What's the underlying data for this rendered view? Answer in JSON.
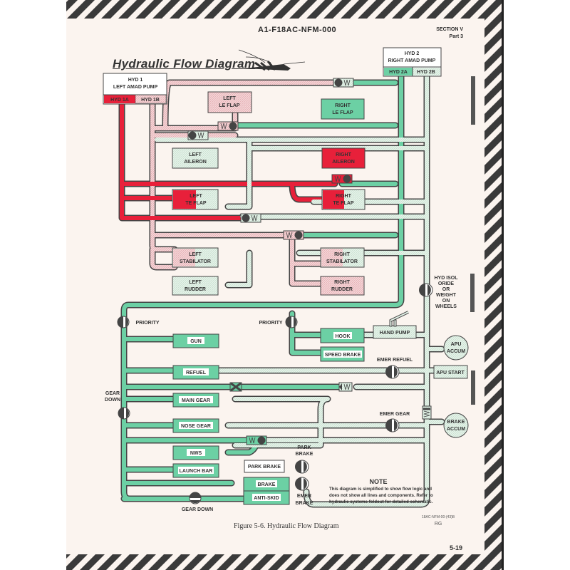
{
  "header": {
    "document_id": "A1-F18AC-NFM-000",
    "section": "SECTION V",
    "part": "Part 3",
    "title": "Hydraulic Flow Diagram"
  },
  "colors": {
    "hyd1a_pressure": "#e8203a",
    "hyd1b_pressure": "#f2d0d2",
    "hyd2a_pressure": "#6cd0a4",
    "hyd2b_pressure": "#e2f0e6",
    "outline": "#444444",
    "hazard_stripe": "#3a3a3a",
    "paper": "#fbf4ef"
  },
  "sources": {
    "hyd1": {
      "name": "HYD 1",
      "subtitle": "LEFT AMAD PUMP",
      "circuits": [
        "HYD 1A",
        "HYD 1B"
      ]
    },
    "hyd2": {
      "name": "HYD 2",
      "subtitle": "RIGHT AMAD PUMP",
      "circuits": [
        "HYD 2A",
        "HYD 2B"
      ]
    }
  },
  "components": {
    "left_le_flap": [
      "LEFT",
      "LE FLAP"
    ],
    "right_le_flap": [
      "RIGHT",
      "LE FLAP"
    ],
    "left_aileron": [
      "LEFT",
      "AILERON"
    ],
    "right_aileron": [
      "RIGHT",
      "AILERON"
    ],
    "left_te_flap": [
      "LEFT",
      "TE FLAP"
    ],
    "right_te_flap": [
      "RIGHT",
      "TE FLAP"
    ],
    "left_stabilator": [
      "LEFT",
      "STABILATOR"
    ],
    "right_stabilator": [
      "RIGHT",
      "STABILATOR"
    ],
    "left_rudder": [
      "LEFT",
      "RUDDER"
    ],
    "right_rudder": [
      "RIGHT",
      "RUDDER"
    ],
    "gun": "GUN",
    "refuel": "REFUEL",
    "main_gear": "MAIN GEAR",
    "nose_gear": "NOSE GEAR",
    "nws": "NWS",
    "launch_bar": "LAUNCH BAR",
    "brake": "BRAKE",
    "anti_skid": "ANTI-SKID",
    "hook": "HOOK",
    "speed_brake": "SPEED BRAKE",
    "hand_pump": "HAND PUMP",
    "park_brake": "PARK BRAKE",
    "apu_accum": [
      "APU",
      "ACCUM"
    ],
    "apu_start": "APU START",
    "brake_accum": [
      "BRAKE",
      "ACCUM"
    ]
  },
  "valve_labels": {
    "priority_left": "PRIORITY",
    "priority_right": "PRIORITY",
    "gear_down_side": [
      "GEAR",
      "DOWN"
    ],
    "gear_down_bottom": "GEAR DOWN",
    "emer_refuel": "EMER REFUEL",
    "emer_gear": "EMER GEAR",
    "park_brake_valve": [
      "PARK",
      "BRAKE"
    ],
    "emer_brake": [
      "EMER",
      "BRAKE"
    ],
    "hyd_isol": [
      "HYD ISOL",
      "ORIDE",
      "OR",
      "WEIGHT",
      "ON",
      "WHEELS"
    ]
  },
  "note": {
    "title": "NOTE",
    "text": "This diagram is simplified to show flow logic and does not show all lines and components.  Refer to hydraulic systems foldout for detailed schematic."
  },
  "footer": {
    "figure_code": "18AC-NFM-00-(43)B",
    "initials": "RG",
    "caption": "Figure 5-6. Hydraulic Flow Diagram",
    "page_number": "5-19"
  }
}
